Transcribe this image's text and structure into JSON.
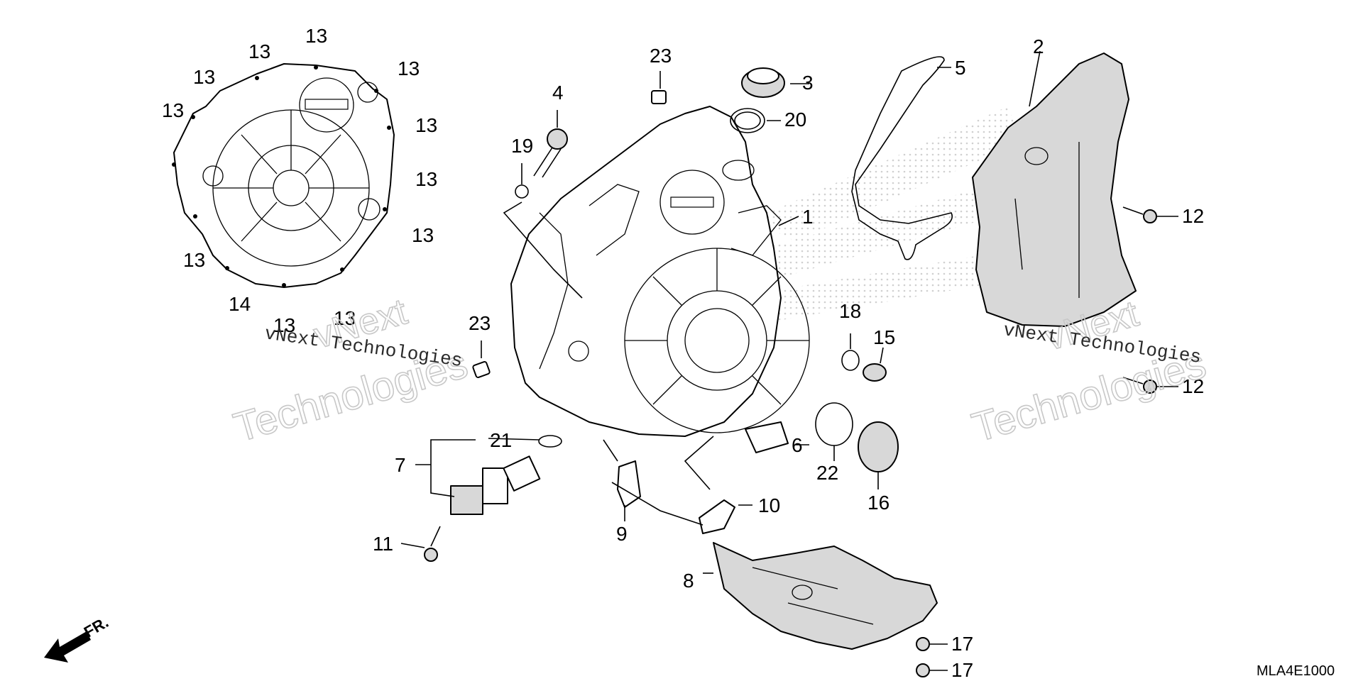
{
  "diagram": {
    "callouts": {
      "c1": "1",
      "c2": "2",
      "c3": "3",
      "c4": "4",
      "c5": "5",
      "c6": "6",
      "c7": "7",
      "c8": "8",
      "c9": "9",
      "c10": "10",
      "c11": "11",
      "c12a": "12",
      "c12b": "12",
      "c13_1": "13",
      "c13_2": "13",
      "c13_3": "13",
      "c13_4": "13",
      "c13_5": "13",
      "c13_6": "13",
      "c13_7": "13",
      "c13_8": "13",
      "c13_9": "13",
      "c13_10": "13",
      "c13_11": "13",
      "c14": "14",
      "c15": "15",
      "c16": "16",
      "c17a": "17",
      "c17b": "17",
      "c18": "18",
      "c19": "19",
      "c20": "20",
      "c21": "21",
      "c22": "22",
      "c23a": "23",
      "c23b": "23"
    },
    "watermarks": {
      "brand_small": "vNext Technologies",
      "brand_line1": "vNext",
      "brand_line2": "Technologies"
    },
    "direction_label": "FR.",
    "diagram_code": "MLA4E1000"
  }
}
